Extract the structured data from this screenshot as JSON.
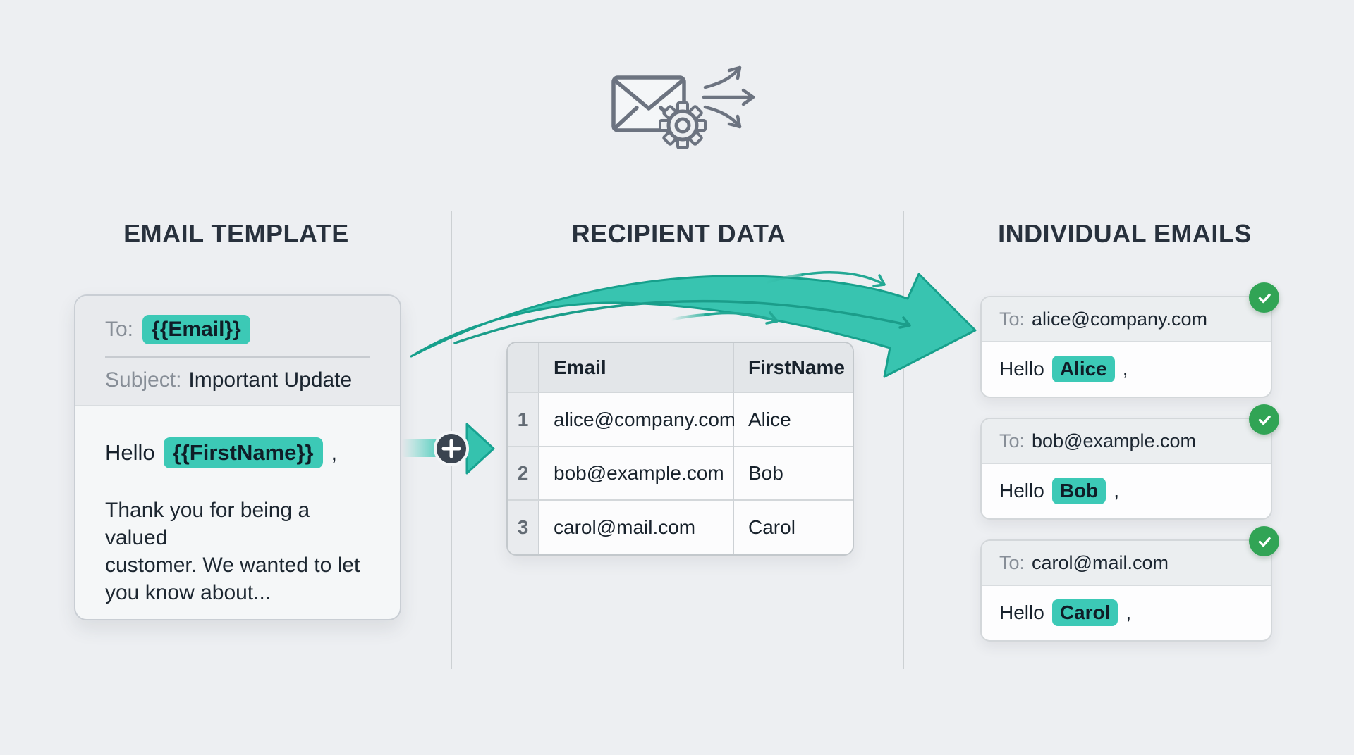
{
  "hero": {
    "icon": "envelope-gear-fanout"
  },
  "sections": {
    "template": {
      "heading": "EMAIL TEMPLATE"
    },
    "recipients": {
      "heading": "RECIPIENT DATA"
    },
    "individual": {
      "heading": "INDIVIDUAL EMAILS"
    }
  },
  "template_card": {
    "to_label": "To:",
    "to_token": "{{Email}}",
    "subject_label": "Subject:",
    "subject_value": "Important Update",
    "greeting_prefix": "Hello",
    "greeting_token": "{{FirstName}}",
    "greeting_comma": ",",
    "body_line1": "Thank you for being a valued",
    "body_line2": "customer. We wanted to let",
    "body_line3": "you know about..."
  },
  "recipient_table": {
    "col_email": "Email",
    "col_firstname": "FirstName",
    "rows": [
      {
        "n": "1",
        "email": "alice@company.com",
        "firstname": "Alice"
      },
      {
        "n": "2",
        "email": "bob@example.com",
        "firstname": "Bob"
      },
      {
        "n": "3",
        "email": "carol@mail.com",
        "firstname": "Carol"
      }
    ]
  },
  "email_cards": [
    {
      "to_label": "To:",
      "address": "alice@company.com",
      "greeting_prefix": "Hello",
      "name": "Alice",
      "comma": ","
    },
    {
      "to_label": "To:",
      "address": "bob@example.com",
      "greeting_prefix": "Hello",
      "name": "Bob",
      "comma": ","
    },
    {
      "to_label": "To:",
      "address": "carol@mail.com",
      "greeting_prefix": "Hello",
      "name": "Carol",
      "comma": ","
    }
  ],
  "colors": {
    "background": "#edeff2",
    "accent_teal": "#3cc9b6",
    "arrow_fill": "#38c4b0",
    "arrow_stroke": "#17a08c",
    "success_green": "#31a455",
    "heading_text": "#28313d",
    "dark_text": "#16202b",
    "muted_text": "#878e97",
    "icon_gray": "#6c7380",
    "plus_circle": "#3a4450"
  }
}
